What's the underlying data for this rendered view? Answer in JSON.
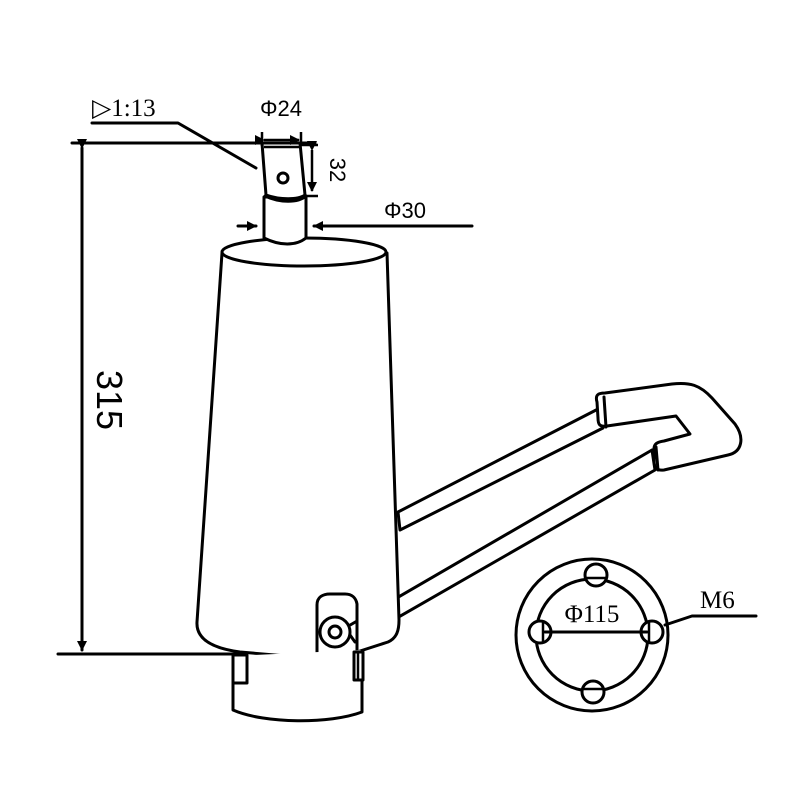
{
  "drawing": {
    "subject": "Gas lift cylinder with release lever",
    "stroke_color": "#000000",
    "background": "#ffffff",
    "dimensions": {
      "taper": {
        "symbol": "▷",
        "value": "1:13"
      },
      "top_diameter": {
        "symbol": "Φ",
        "value": "24"
      },
      "top_height": "32",
      "shaft_diameter": {
        "symbol": "Φ",
        "value": "30"
      },
      "overall_height": "315",
      "base_diameter": {
        "symbol": "Φ",
        "value": "115"
      },
      "thread": "M6"
    },
    "labels": {
      "taper_label": "▷1:13",
      "top_diameter_label": "Φ24",
      "top_height_label": "32",
      "shaft_diameter_label": "Φ30",
      "overall_height_label": "315",
      "base_diameter_label": "Φ115",
      "thread_label": "M6"
    }
  }
}
